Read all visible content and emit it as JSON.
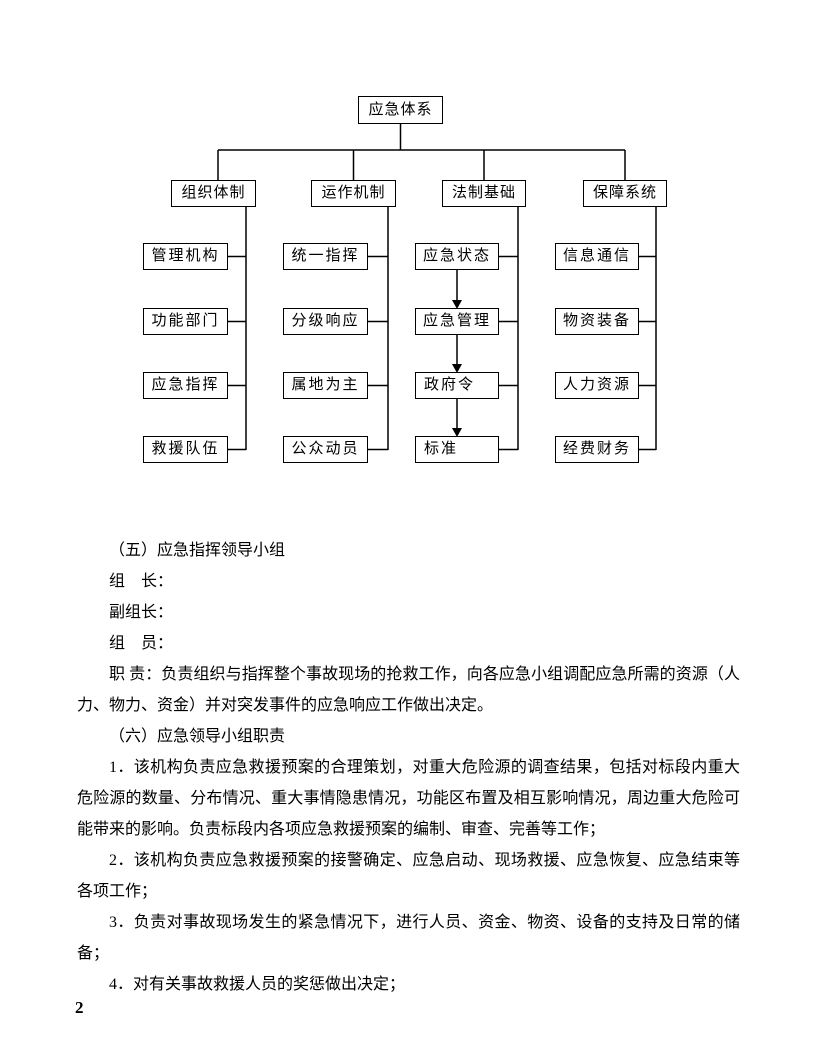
{
  "page": {
    "number": "2"
  },
  "diagram": {
    "root": "应急体系",
    "branches": [
      {
        "label": "组织体制",
        "children": [
          "管理机构",
          "功能部门",
          "应急指挥",
          "救援队伍"
        ]
      },
      {
        "label": "运作机制",
        "children": [
          "统一指挥",
          "分级响应",
          "属地为主",
          "公众动员"
        ]
      },
      {
        "label": "法制基础",
        "children": [
          "应急状态",
          "应急管理",
          "政府令",
          "标准"
        ]
      },
      {
        "label": "保障系统",
        "children": [
          "信息通信",
          "物资装备",
          "人力资源",
          "经费财务"
        ]
      }
    ]
  },
  "content": {
    "h5": "（五）应急指挥领导小组",
    "leader": "组　长：",
    "deputy": "副组长：",
    "member": "组　员：",
    "duty": "职 责：负责组织与指挥整个事故现场的抢救工作，向各应急小组调配应急所需的资源（人力、物力、资金）并对突发事件的应急响应工作做出决定。",
    "h6": "（六）应急领导小组职责",
    "item1": "1．该机构负责应急救援预案的合理策划，对重大危险源的调查结果，包括对标段内重大危险源的数量、分布情况、重大事情隐患情况，功能区布置及相互影响情况，周边重大危险可能带来的影响。负责标段内各项应急救援预案的编制、审查、完善等工作；",
    "item2": "2．该机构负责应急救援预案的接警确定、应急启动、现场救援、应急恢复、应急结束等各项工作；",
    "item3": "3．负责对事故现场发生的紧急情况下，进行人员、资金、物资、设备的支持及日常的储备；",
    "item4": "4．对有关事故救援人员的奖惩做出决定；"
  }
}
